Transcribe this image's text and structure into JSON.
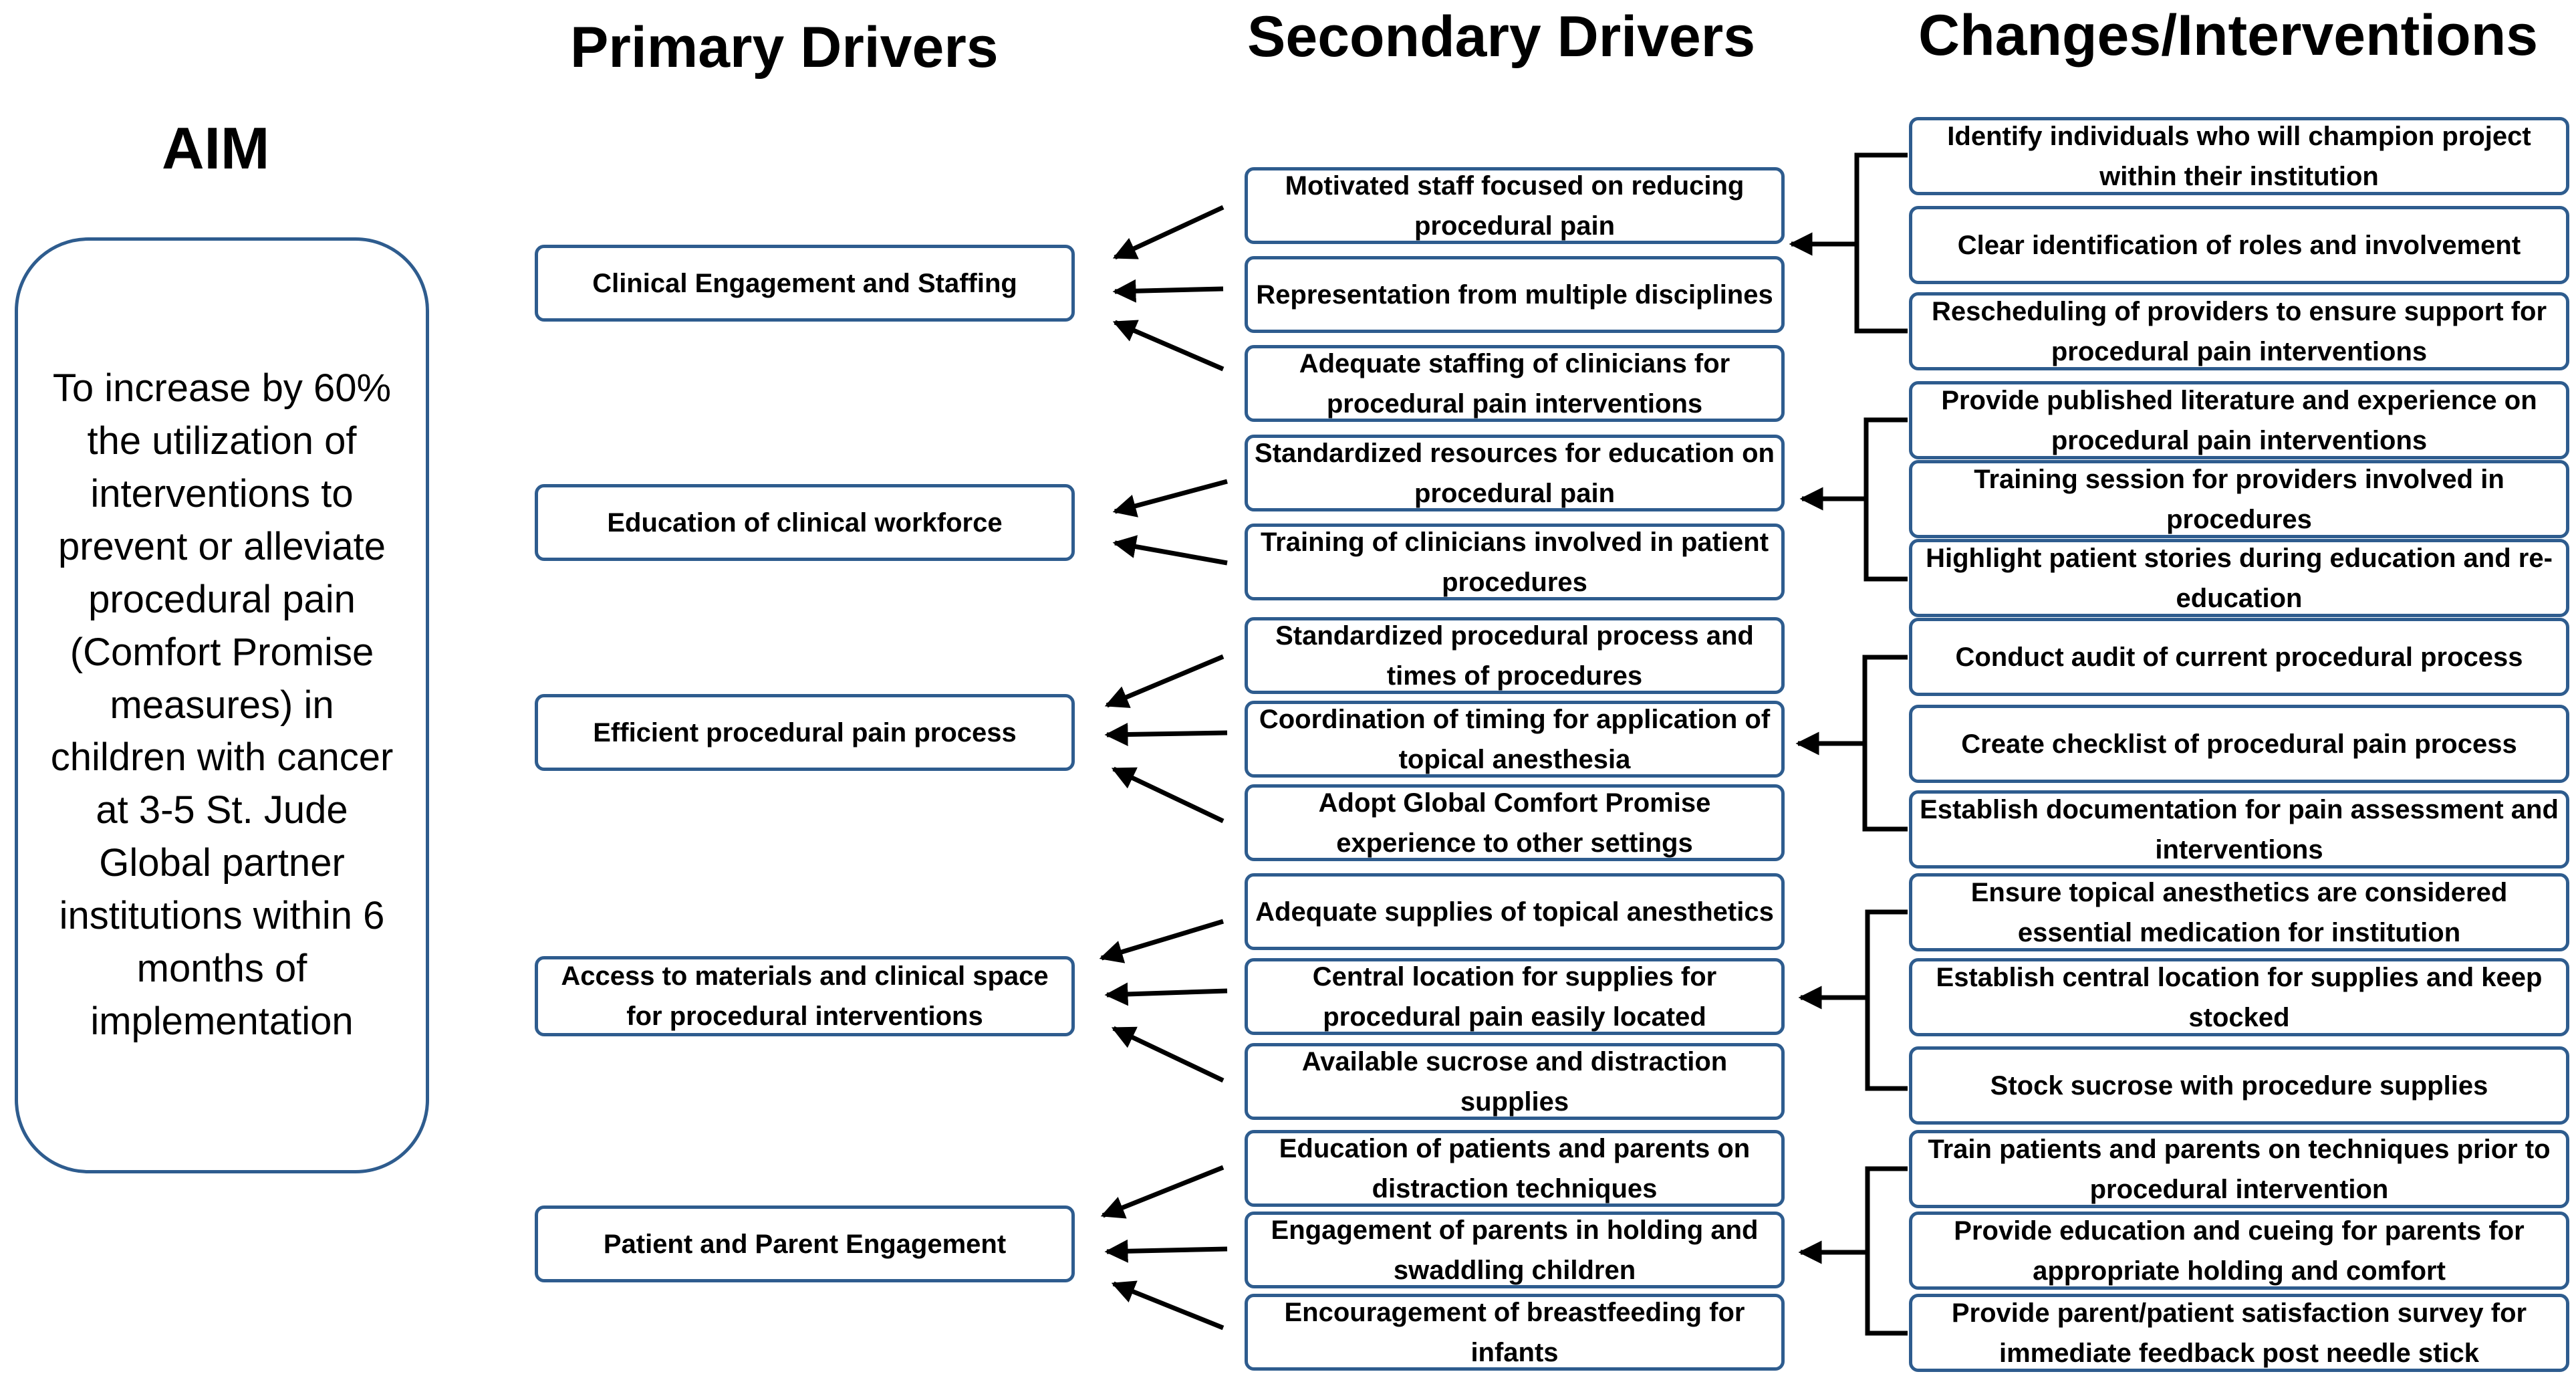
{
  "headers": {
    "aim": "AIM",
    "primary": "Primary Drivers",
    "secondary": "Secondary Drivers",
    "changes": "Changes/Interventions"
  },
  "aim_text": "To increase by 60% the utilization of interventions to prevent or alleviate procedural pain (Comfort Promise measures) in children with cancer at 3-5 St. Jude Global partner institutions within 6 months of implementation",
  "primary_drivers": [
    "Clinical Engagement and Staffing",
    "Education of clinical workforce",
    "Efficient procedural pain process",
    "Access to  materials and clinical space for procedural interventions",
    "Patient and Parent Engagement"
  ],
  "secondary_drivers": [
    "Motivated staff focused on reducing procedural pain",
    "Representation from multiple disciplines",
    "Adequate staffing of clinicians for procedural pain interventions",
    "Standardized resources for education on procedural pain",
    "Training of clinicians involved in patient procedures",
    "Standardized procedural process and times of procedures",
    "Coordination of timing for application of topical anesthesia",
    "Adopt Global Comfort Promise experience to other settings",
    "Adequate supplies of topical anesthetics",
    "Central location for supplies for procedural pain easily located",
    "Available sucrose and distraction supplies",
    "Education of patients and parents on distraction techniques",
    "Engagement of parents in holding and swaddling children",
    "Encouragement of breastfeeding for infants"
  ],
  "interventions": [
    "Identify individuals who will champion project within their institution",
    "Clear identification of roles and involvement",
    "Rescheduling of providers to ensure support for procedural pain interventions",
    "Provide published literature and experience on procedural pain interventions",
    "Training session for providers involved in procedures",
    "Highlight patient stories during education and re-education",
    "Conduct audit of current procedural process",
    "Create checklist of procedural pain process",
    "Establish documentation for pain assessment and interventions",
    "Ensure topical anesthetics are considered essential medication for institution",
    "Establish central location for supplies and keep stocked",
    "Stock sucrose with procedure supplies",
    "Train patients and parents on techniques prior to procedural intervention",
    "Provide education and cueing for parents for appropriate holding and comfort",
    "Provide parent/patient satisfaction survey for immediate feedback post needle stick"
  ],
  "colors": {
    "box_border": "#2e5c8e",
    "arrow": "#000000"
  }
}
